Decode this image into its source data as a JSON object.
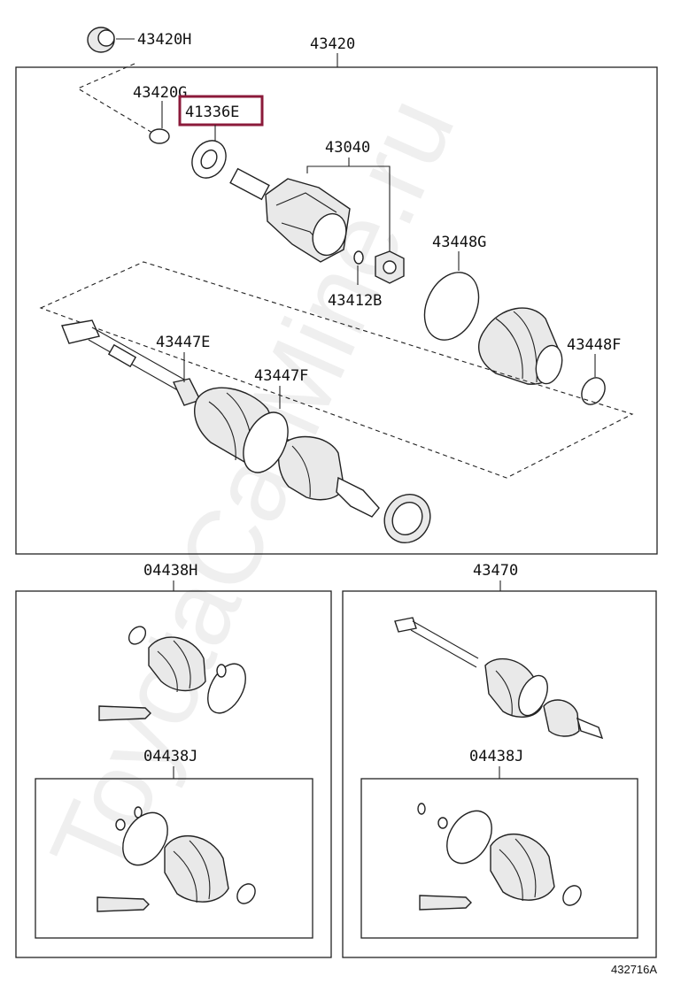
{
  "labels": {
    "p43420H": "43420H",
    "p43420": "43420",
    "p43420G": "43420G",
    "p41336E": "41336E",
    "p43040": "43040",
    "p43448G": "43448G",
    "p43412B": "43412B",
    "p43447E": "43447E",
    "p43447F": "43447F",
    "p43448F": "43448F",
    "p04438H": "04438H",
    "p43470": "43470",
    "p04438J_left": "04438J",
    "p04438J_right": "04438J"
  },
  "watermark": "ToyotaCarMine.ru",
  "figure_ref": "432716A",
  "colors": {
    "highlight": "#8b1a3a",
    "line": "#222222"
  }
}
